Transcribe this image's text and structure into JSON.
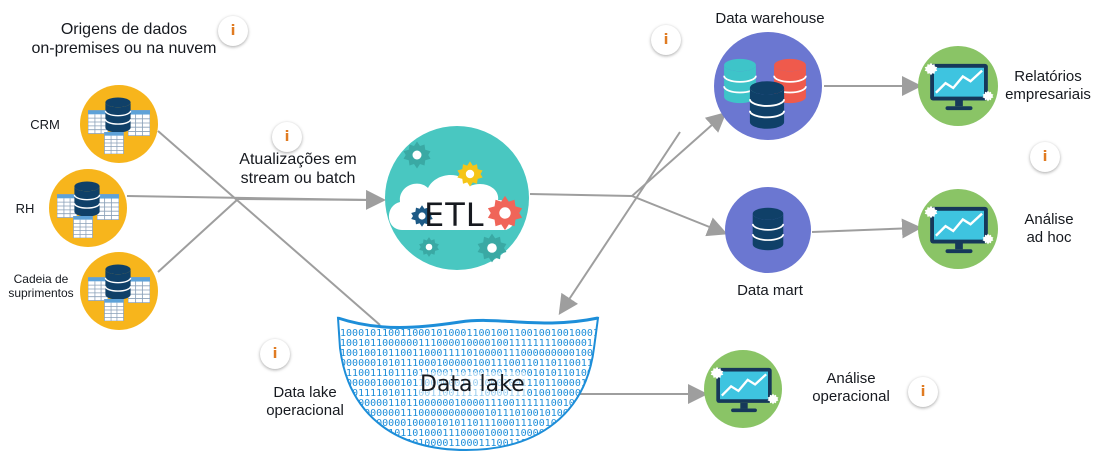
{
  "sources_title": "Origens de dados\non-premises ou na nuvem",
  "sources": [
    {
      "label": "CRM"
    },
    {
      "label": "RH"
    },
    {
      "label": "Cadeia de\nsuprimentos"
    }
  ],
  "ingest_label": "Atualizações em\nstream ou batch",
  "etl_label": "ETL",
  "warehouse_label": "Data warehouse",
  "datamart_label": "Data mart",
  "lake_label": "Data lake",
  "operational_lake_label": "Data lake\noperacional",
  "reports_label": "Relatórios\nempresariais",
  "adhoc_label": "Análise\nad hoc",
  "operational_analysis_label": "Análise\noperacional",
  "info_glyph": "i",
  "colors": {
    "source_circle": "#f7b51c",
    "etl_circle": "#49c7c1",
    "warehouse_circle": "#6b77d1",
    "analysis_circle": "#8ac466",
    "database": "#0f4068",
    "info_orange": "#e07b22",
    "arrow_gray": "#9e9e9e",
    "lake_blue": "#1d8ed9"
  }
}
